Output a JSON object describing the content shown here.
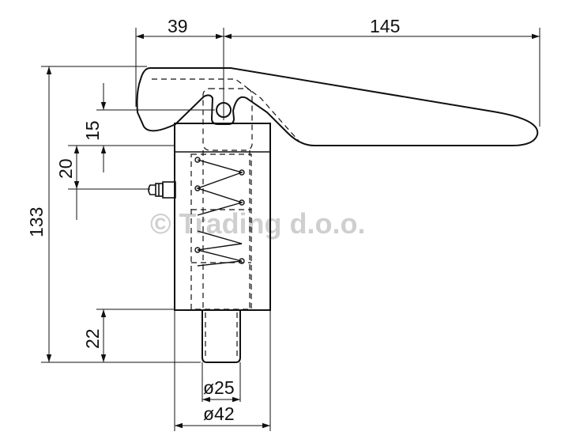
{
  "drawing": {
    "dimensions": {
      "d_39": "39",
      "d_145": "145",
      "d_15": "15",
      "d_20": "20",
      "d_133": "133",
      "d_22": "22",
      "d_25": "ø25",
      "d_42": "ø42"
    },
    "watermark": "© Trading d.o.o."
  }
}
